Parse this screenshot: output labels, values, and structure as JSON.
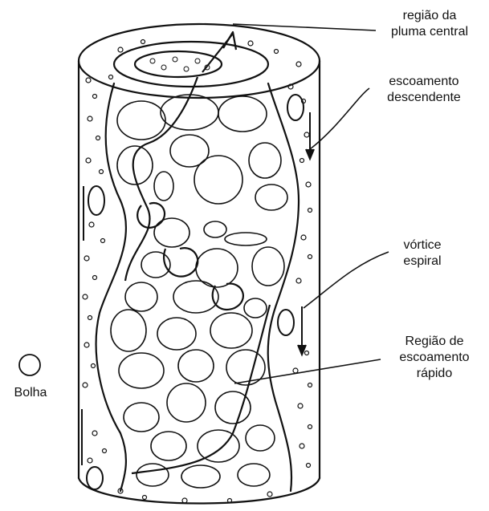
{
  "labels": {
    "central_plume": [
      "região da",
      "pluma central"
    ],
    "downward_flow": [
      "escoamento",
      "descendente"
    ],
    "spiral_vortex": [
      "vórtice",
      "espiral"
    ],
    "fast_flow": [
      "Região de",
      "escoamento",
      "rápido"
    ],
    "bubble": "Bolha"
  },
  "colors": {
    "line": "#111111",
    "background": "#ffffff"
  }
}
